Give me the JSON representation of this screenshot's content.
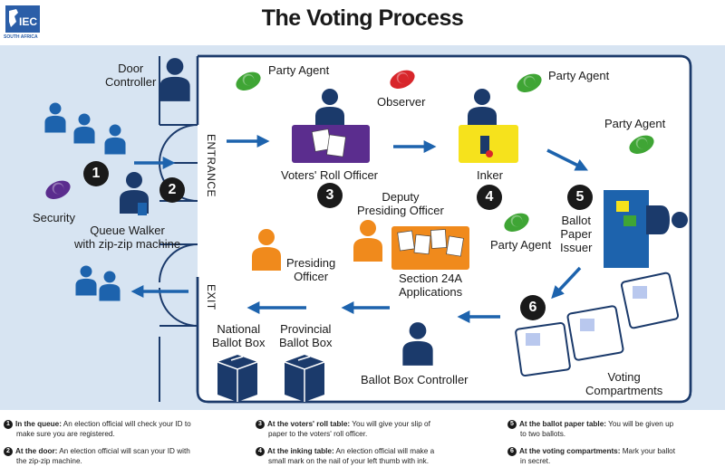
{
  "title": "The Voting Process",
  "logo": {
    "text": "IEC",
    "subtext": "SOUTH AFRICA"
  },
  "labels": {
    "door_controller": [
      "Door",
      "Controller"
    ],
    "party_agent": "Party Agent",
    "observer": "Observer",
    "security": "Security",
    "queue_walker": [
      "Queue Walker",
      "with zip-zip machine"
    ],
    "entrance": "ENTRANCE",
    "exit": "EXIT",
    "voters_roll_officer": "Voters' Roll Officer",
    "inker": "Inker",
    "deputy_presiding_officer": [
      "Deputy",
      "Presiding Officer"
    ],
    "section_24a": [
      "Section 24A",
      "Applications"
    ],
    "presiding_officer": [
      "Presiding",
      "Officer"
    ],
    "ballot_paper_issuer": [
      "Ballot",
      "Paper",
      "Issuer"
    ],
    "national_ballot_box": [
      "National",
      "Ballot Box"
    ],
    "provincial_ballot_box": [
      "Provincial",
      "Ballot Box"
    ],
    "ballot_box_controller": "Ballot Box Controller",
    "voting_compartments": [
      "Voting",
      "Compartments"
    ]
  },
  "steps": [
    "1",
    "2",
    "3",
    "4",
    "5",
    "6"
  ],
  "footnotes": [
    {
      "num": "1",
      "title": "In the queue:",
      "text": "An election official will check your ID to",
      "text2": "make sure you are registered."
    },
    {
      "num": "2",
      "title": "At the door:",
      "text": "An election official will scan your ID with",
      "text2": "the zip-zip machine."
    },
    {
      "num": "3",
      "title": "At the voters' roll table:",
      "text": "You will give your slip of",
      "text2": "paper to the voters' roll officer."
    },
    {
      "num": "4",
      "title": "At the inking table:",
      "text": "An election official will make a",
      "text2": "small mark on the nail of your left thumb with ink."
    },
    {
      "num": "5",
      "title": "At the ballot paper table:",
      "text": "You will be given up",
      "text2": "to two ballots."
    },
    {
      "num": "6",
      "title": "At the voting compartments:",
      "text": "Mark your ballot",
      "text2": "in secret."
    }
  ],
  "colors": {
    "navy": "#1b3a6b",
    "purple": "#5b2d8e",
    "yellow": "#f6e21c",
    "orange": "#f08a1c",
    "green": "#3fa535",
    "red": "#d8262b",
    "blue": "#1d63ad",
    "panel": "#d7e4f2"
  }
}
